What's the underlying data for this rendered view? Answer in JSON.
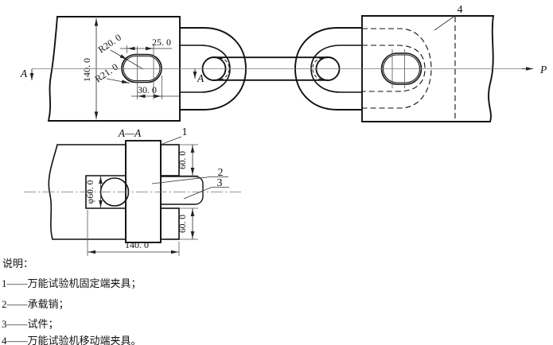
{
  "colors": {
    "line": "#111111",
    "dimension": "#333333",
    "centerline": "#777777",
    "background": "#ffffff"
  },
  "top_view": {
    "part4_label": "4",
    "load_arrow_label": "P",
    "section_cut_label_left": "A",
    "section_cut_label_mid": "A",
    "dim_plate_height": "140. 0",
    "dim_slot_width": "25. 0",
    "dim_slot_to_edge": "30. 0",
    "dim_radius_inner": "R20. 0",
    "dim_radius_outer": "R21. 0"
  },
  "section_view": {
    "title": "A—A",
    "part1_label": "1",
    "part2_label": "2",
    "part3_label": "3",
    "dim_grip_upper": "60. 0",
    "dim_grip_lower": "60. 0",
    "dim_pin_diameter": "φ60. 0",
    "dim_grip_width": "140. 0"
  },
  "notes": {
    "heading": "说明：",
    "items": [
      "1——万能试验机固定端夹具；",
      "2——承载销；",
      "3——试件；",
      "4——万能试验机移动端夹具。"
    ]
  }
}
